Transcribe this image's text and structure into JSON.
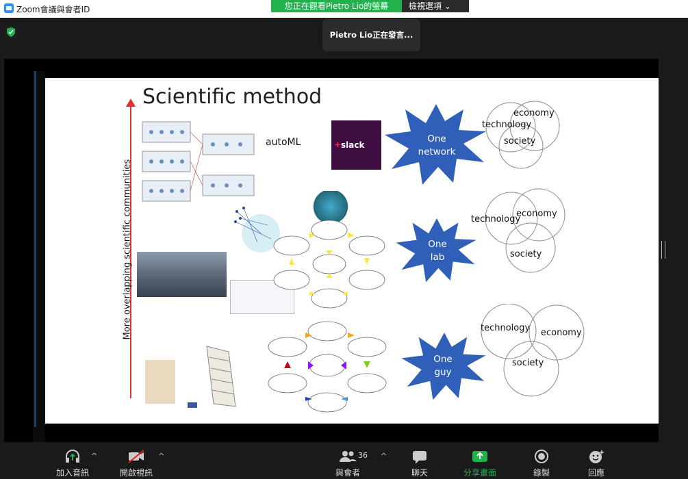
{
  "window": {
    "title": "Zoom會議與會者ID"
  },
  "banner": {
    "viewing": "您正在觀看Pietro  Lio的螢幕",
    "view_options": "檢視選項"
  },
  "speaker": {
    "text": "Pietro  Lio正在發言..."
  },
  "slide": {
    "title": "Scientific method",
    "vertical_label": "More overlapping scientific communities",
    "automl": "autoML",
    "slack": "slack",
    "stars": [
      {
        "line1": "One",
        "line2": "network"
      },
      {
        "line1": "One",
        "line2": "lab"
      },
      {
        "line1": "One",
        "line2": "guy"
      }
    ],
    "venn": [
      {
        "economy": "economy",
        "technology": "technology",
        "society": "society"
      },
      {
        "economy": "economy",
        "technology": "technology",
        "society": "society"
      },
      {
        "economy": "economy",
        "technology": "technology",
        "society": "society"
      }
    ]
  },
  "toolbar": {
    "audio": "加入音訊",
    "video": "開啟視訊",
    "participants": "與會者",
    "participants_count": "36",
    "chat": "聊天",
    "share": "分享畫面",
    "record": "錄製",
    "reactions": "回應"
  },
  "colors": {
    "share_green": "#23b14d",
    "slack_purple": "#3f0e40",
    "star_blue": "#2f5fb8"
  }
}
